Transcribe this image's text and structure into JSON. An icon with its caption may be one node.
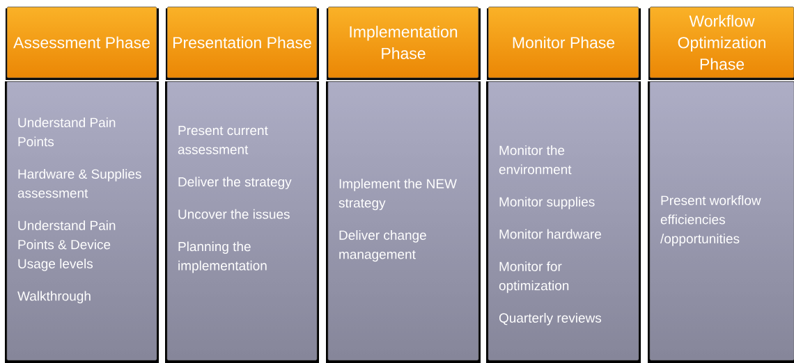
{
  "diagram": {
    "nodes": [
      {
        "text": [
          "Assessment Phase"
        ]
      },
      {
        "text": [
          "Presentation Phase"
        ]
      },
      {
        "text": [
          "Implementation Phase"
        ]
      },
      {
        "text": [
          "Monitor Phase"
        ]
      },
      {
        "text": [
          "Workflow Optimization Phase"
        ]
      },
      {
        "text": [
          "Understand Pain Points",
          "Hardware & Supplies assessment",
          "Understand Pain Points & Device Usage levels",
          "Walkthrough"
        ]
      },
      {
        "text": [
          "Present current assessment",
          "Deliver the strategy",
          "Uncover the issues",
          "Planning the implementation"
        ]
      },
      {
        "text": [
          "Implement the NEW strategy",
          "Deliver change management"
        ]
      },
      {
        "text": [
          "Monitor the environment",
          "Monitor supplies",
          "Monitor hardware",
          "Monitor for optimization",
          "Quarterly reviews"
        ]
      },
      {
        "text": [
          "Present workflow efficiencies /opportunities"
        ]
      }
    ],
    "edges": []
  }
}
